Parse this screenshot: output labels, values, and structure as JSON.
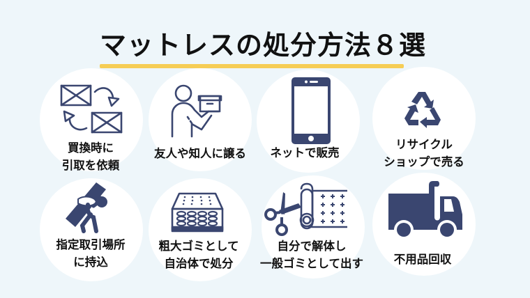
{
  "title": "マットレスの処分方法８選",
  "colors": {
    "background": "#eef6fa",
    "circle": "#ffffff",
    "icon": "#3a4670",
    "underline": "#f6cd55",
    "text": "#111111"
  },
  "methods": [
    {
      "icon": "envelope-exchange-icon",
      "lines": [
        "買換時に",
        "引取を依頼"
      ]
    },
    {
      "icon": "person-carrying-box-icon",
      "lines": [
        "友人や知人に譲る"
      ]
    },
    {
      "icon": "smartphone-icon",
      "lines": [
        "ネットで販売"
      ]
    },
    {
      "icon": "recycle-icon",
      "lines": [
        "リサイクル",
        "ショップで売る"
      ]
    },
    {
      "icon": "person-carrying-mattress-icon",
      "lines": [
        "指定取引場所",
        "に持込"
      ]
    },
    {
      "icon": "mattress-icon",
      "lines": [
        "粗大ゴミとして",
        "自治体で処分"
      ]
    },
    {
      "icon": "scissors-cutting-roll-icon",
      "lines": [
        "自分で解体し",
        "一般ゴミとして出す"
      ]
    },
    {
      "icon": "truck-icon",
      "lines": [
        "不用品回収"
      ]
    }
  ]
}
